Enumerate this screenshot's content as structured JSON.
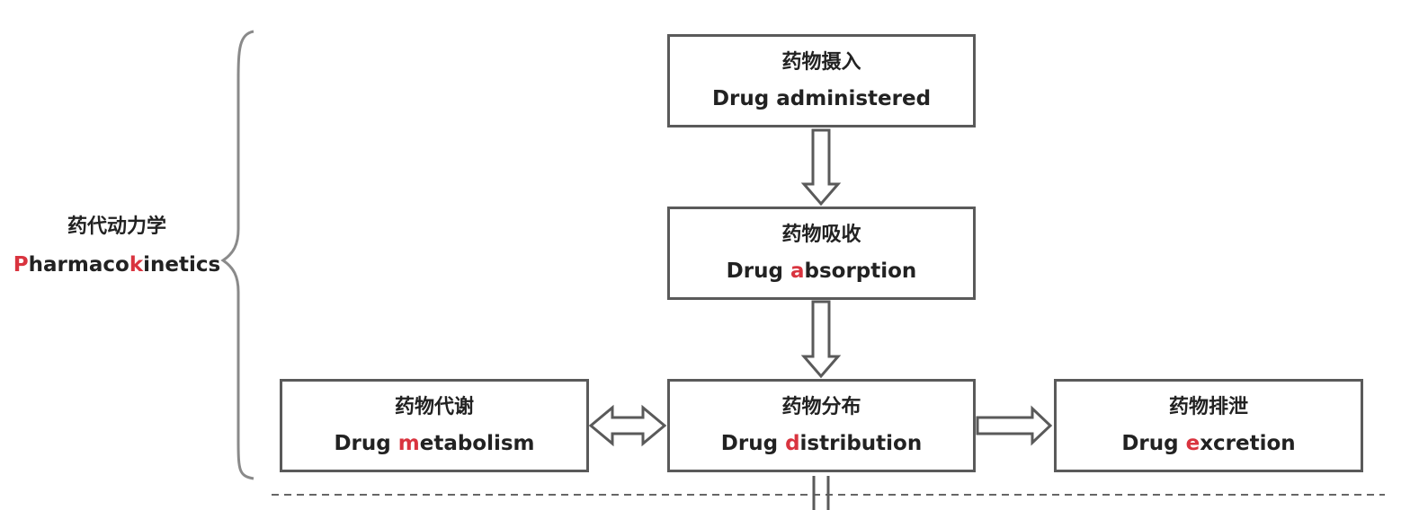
{
  "pk": {
    "zh": "药代动力学",
    "en": {
      "hl1": "P",
      "mid1": "harmaco",
      "hl2": "k",
      "rest": "inetics"
    }
  },
  "boxes": {
    "administered": {
      "zh": "药物摄入",
      "en": "Drug administered"
    },
    "absorption": {
      "zh": "药物吸收",
      "en_pre": "Drug ",
      "en_hl": "a",
      "en_rest": "bsorption"
    },
    "metabolism": {
      "zh": "药物代谢",
      "en_pre": "Drug ",
      "en_hl": "m",
      "en_rest": "etabolism"
    },
    "distribution": {
      "zh": "药物分布",
      "en_pre": "Drug ",
      "en_hl": "d",
      "en_rest": "istribution"
    },
    "excretion": {
      "zh": "药物排泄",
      "en_pre": "Drug ",
      "en_hl": "e",
      "en_rest": "xcretion"
    }
  },
  "colors": {
    "border": "#5a5a5a",
    "highlight": "#d9343f",
    "brace": "#8a8a8a",
    "dashed": "#666666"
  }
}
